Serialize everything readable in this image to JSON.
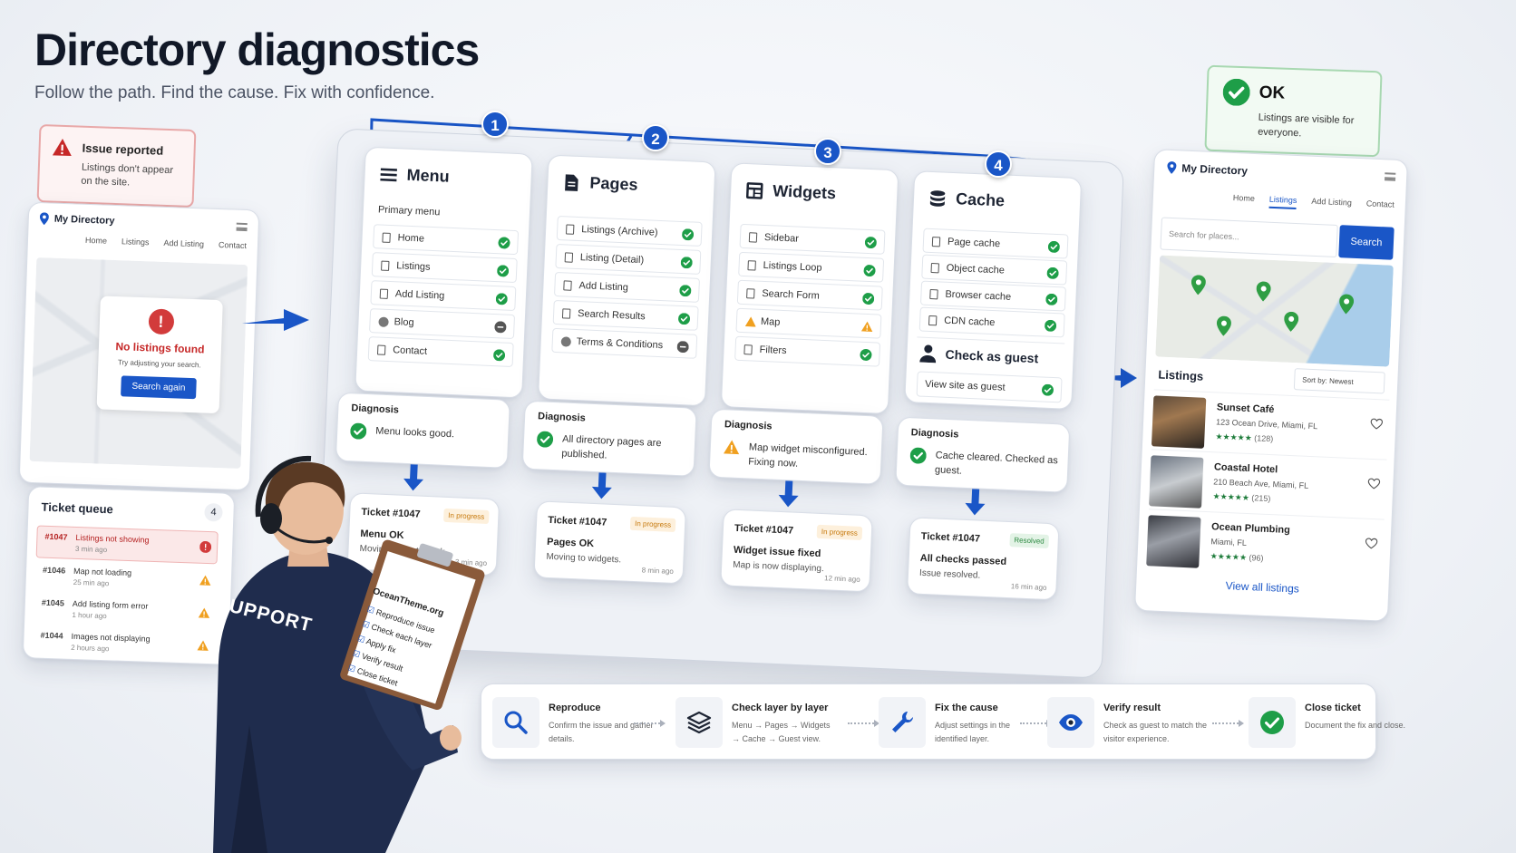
{
  "title": "Directory diagnostics",
  "subtitle": "Follow the path. Find the cause. Fix with confidence.",
  "issue": {
    "title": "Issue reported",
    "text": "Listings don't appear on the site."
  },
  "left_panel": {
    "brand": "My Directory",
    "nav": [
      "Home",
      "Listings",
      "Add Listing",
      "Contact"
    ],
    "empty_title": "No listings found",
    "empty_text": "Try adjusting your search.",
    "button": "Search again"
  },
  "queue": {
    "title": "Ticket queue",
    "count": "4",
    "rows": [
      {
        "id": "#1047",
        "label": "Listings not showing",
        "time": "3 min ago",
        "status": "error"
      },
      {
        "id": "#1046",
        "label": "Map not loading",
        "time": "25 min ago",
        "status": "warning"
      },
      {
        "id": "#1045",
        "label": "Add listing form error",
        "time": "1 hour ago",
        "status": "warning"
      },
      {
        "id": "#1044",
        "label": "Images not displaying",
        "time": "2 hours ago",
        "status": "warning"
      }
    ]
  },
  "steps": [
    "1",
    "2",
    "3",
    "4"
  ],
  "columns": [
    {
      "title": "Menu",
      "icon": "menu-icon",
      "subtitle": "Primary menu",
      "items": [
        {
          "label": "Home",
          "icon": "page",
          "status": "ok"
        },
        {
          "label": "Listings",
          "icon": "page",
          "status": "ok"
        },
        {
          "label": "Add Listing",
          "icon": "page",
          "status": "ok"
        },
        {
          "label": "Blog",
          "icon": "circle",
          "status": "off"
        },
        {
          "label": "Contact",
          "icon": "page",
          "status": "ok"
        }
      ],
      "diagnosis": {
        "label": "Diagnosis",
        "text": "Menu looks good.",
        "status": "ok"
      },
      "ticket": {
        "id": "Ticket #1047",
        "badge": "In progress",
        "title": "Menu OK",
        "text": "Moving to next check.",
        "time": "3 min ago"
      }
    },
    {
      "title": "Pages",
      "icon": "document-icon",
      "subtitle": "",
      "items": [
        {
          "label": "Listings (Archive)",
          "icon": "page",
          "status": "ok"
        },
        {
          "label": "Listing (Detail)",
          "icon": "page",
          "status": "ok"
        },
        {
          "label": "Add Listing",
          "icon": "page",
          "status": "ok"
        },
        {
          "label": "Search Results",
          "icon": "page",
          "status": "ok"
        },
        {
          "label": "Terms & Conditions",
          "icon": "circle",
          "status": "off"
        }
      ],
      "diagnosis": {
        "label": "Diagnosis",
        "text": "All directory pages are published.",
        "status": "ok"
      },
      "ticket": {
        "id": "Ticket #1047",
        "badge": "In progress",
        "title": "Pages OK",
        "text": "Moving to widgets.",
        "time": "8 min ago"
      }
    },
    {
      "title": "Widgets",
      "icon": "widgets-icon",
      "subtitle": "",
      "items": [
        {
          "label": "Sidebar",
          "icon": "page",
          "status": "ok"
        },
        {
          "label": "Listings Loop",
          "icon": "page",
          "status": "ok"
        },
        {
          "label": "Search Form",
          "icon": "page",
          "status": "ok"
        },
        {
          "label": "Map",
          "icon": "warn",
          "status": "warn"
        },
        {
          "label": "Filters",
          "icon": "page",
          "status": "ok"
        }
      ],
      "diagnosis": {
        "label": "Diagnosis",
        "text": "Map widget misconfigured. Fixing now.",
        "status": "warn"
      },
      "ticket": {
        "id": "Ticket #1047",
        "badge": "In progress",
        "title": "Widget issue fixed",
        "text": "Map is now displaying.",
        "time": "12 min ago"
      }
    },
    {
      "title": "Cache",
      "icon": "database-icon",
      "subtitle": "",
      "items": [
        {
          "label": "Page cache",
          "icon": "page",
          "status": "ok"
        },
        {
          "label": "Object cache",
          "icon": "page",
          "status": "ok"
        },
        {
          "label": "Browser cache",
          "icon": "page",
          "status": "ok"
        },
        {
          "label": "CDN cache",
          "icon": "page",
          "status": "ok"
        }
      ],
      "guest": {
        "title": "Check as guest",
        "text": "View site as guest"
      },
      "diagnosis": {
        "label": "Diagnosis",
        "text": "Cache cleared. Checked as guest.",
        "status": "ok"
      },
      "ticket": {
        "id": "Ticket #1047",
        "badge": "Resolved",
        "title": "All checks passed",
        "text": "Issue resolved.",
        "time": "16 min ago"
      }
    }
  ],
  "ok": {
    "title": "OK",
    "text": "Listings are visible for everyone."
  },
  "right_panel": {
    "brand": "My Directory",
    "nav": [
      "Home",
      "Listings",
      "Add Listing",
      "Contact"
    ],
    "search_placeholder": "Search for places...",
    "search_button": "Search",
    "listings_title": "Listings",
    "sort": "Sort by: Newest",
    "listings": [
      {
        "name": "Sunset Café",
        "address": "123 Ocean Drive, Miami, FL",
        "stars": "★★★★★",
        "count": "(128)"
      },
      {
        "name": "Coastal Hotel",
        "address": "210 Beach Ave, Miami, FL",
        "stars": "★★★★★",
        "count": "(215)"
      },
      {
        "name": "Ocean Plumbing",
        "address": "Miami, FL",
        "stars": "★★★★★",
        "count": "(96)"
      }
    ],
    "view_all": "View all listings"
  },
  "process": [
    {
      "title": "Reproduce",
      "text": "Confirm the issue and gather details.",
      "icon": "search-icon"
    },
    {
      "title": "Check layer by layer",
      "text": "Menu → Pages → Widgets → Cache → Guest view.",
      "icon": "layers-icon"
    },
    {
      "title": "Fix the cause",
      "text": "Adjust settings in the identified layer.",
      "icon": "wrench-icon"
    },
    {
      "title": "Verify result",
      "text": "Check as guest to match the visitor experience.",
      "icon": "eye-icon"
    },
    {
      "title": "Close ticket",
      "text": "Document the fix and close.",
      "icon": "check-icon"
    }
  ],
  "person": {
    "hoodie": "SUPPORT",
    "clipboard_title": "OceanTheme.org",
    "checklist": [
      "Reproduce issue",
      "Check each layer",
      "Apply fix",
      "Verify result",
      "Close ticket"
    ]
  },
  "colors": {
    "accent": "#1a56c7",
    "ok": "#1e9e48",
    "warn": "#f0a020",
    "error": "#d23b3b"
  }
}
